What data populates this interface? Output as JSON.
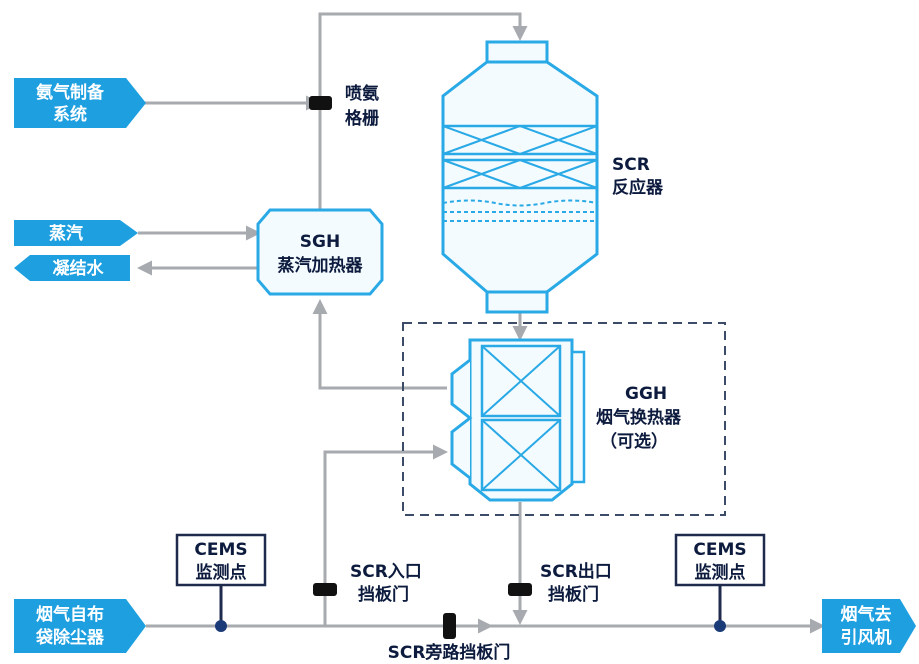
{
  "inputs": {
    "ammonia_system": [
      "氨气制备",
      "系统"
    ],
    "steam": "蒸汽",
    "condensate": "凝结水",
    "flue_gas_in": [
      "烟气自布",
      "袋除尘器"
    ],
    "flue_gas_out": [
      "烟气去",
      "引风机"
    ]
  },
  "equipment": {
    "ammonia_grid": [
      "喷氨",
      "格栅"
    ],
    "scr_reactor": [
      "SCR",
      "反应器"
    ],
    "sgh": [
      "SGH",
      "蒸汽加热器"
    ],
    "ggh": [
      "GGH",
      "烟气换热器",
      "（可选）"
    ],
    "cems_left": [
      "CEMS",
      "监测点"
    ],
    "cems_right": [
      "CEMS",
      "监测点"
    ]
  },
  "dampers": {
    "scr_inlet": [
      "SCR入口",
      "挡板门"
    ],
    "scr_outlet": [
      "SCR出口",
      "挡板门"
    ],
    "scr_bypass": "SCR旁路挡板门"
  },
  "colors": {
    "pipe": "#a7aaae",
    "tag_fill": "#1e9fe0",
    "vessel_fill": "#f4fbff",
    "vessel_stroke": "#29a9e6",
    "damper": "#111111",
    "cems_border": "#1f2a4d",
    "dot": "#1b3a78"
  }
}
